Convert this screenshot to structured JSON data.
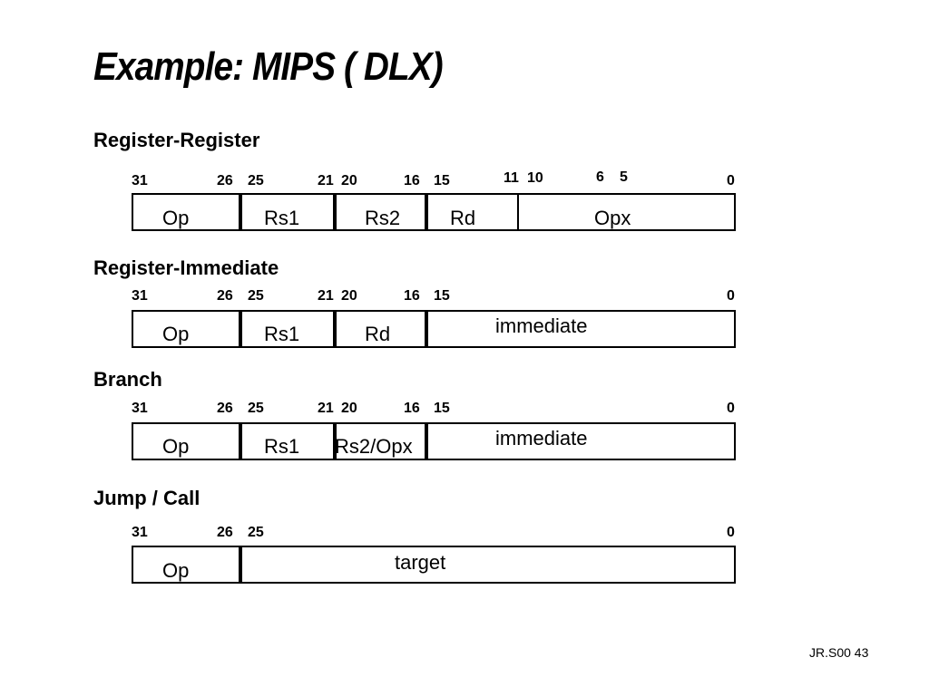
{
  "title": "Example: MIPS ( DLX)",
  "footer": "JR.S00 43",
  "formats": {
    "rr": {
      "heading": "Register-Register",
      "bits": [
        "31",
        "26",
        "25",
        "21",
        "20",
        "16",
        "15",
        "11",
        "10",
        "6",
        "5",
        "0"
      ],
      "fields": [
        "Op",
        "Rs1",
        "Rs2",
        "Rd",
        "Opx"
      ]
    },
    "ri": {
      "heading": "Register-Immediate",
      "bits": [
        "31",
        "26",
        "25",
        "21",
        "20",
        "16",
        "15",
        "0"
      ],
      "fields": [
        "Op",
        "Rs1",
        "Rd",
        "immediate"
      ]
    },
    "br": {
      "heading": "Branch",
      "bits": [
        "31",
        "26",
        "25",
        "21",
        "20",
        "16",
        "15",
        "0"
      ],
      "fields": [
        "Op",
        "Rs1",
        "Rs2/Opx",
        "immediate"
      ]
    },
    "jc": {
      "heading": "Jump / Call",
      "bits": [
        "31",
        "26",
        "25",
        "0"
      ],
      "fields": [
        "Op",
        "target"
      ]
    }
  }
}
